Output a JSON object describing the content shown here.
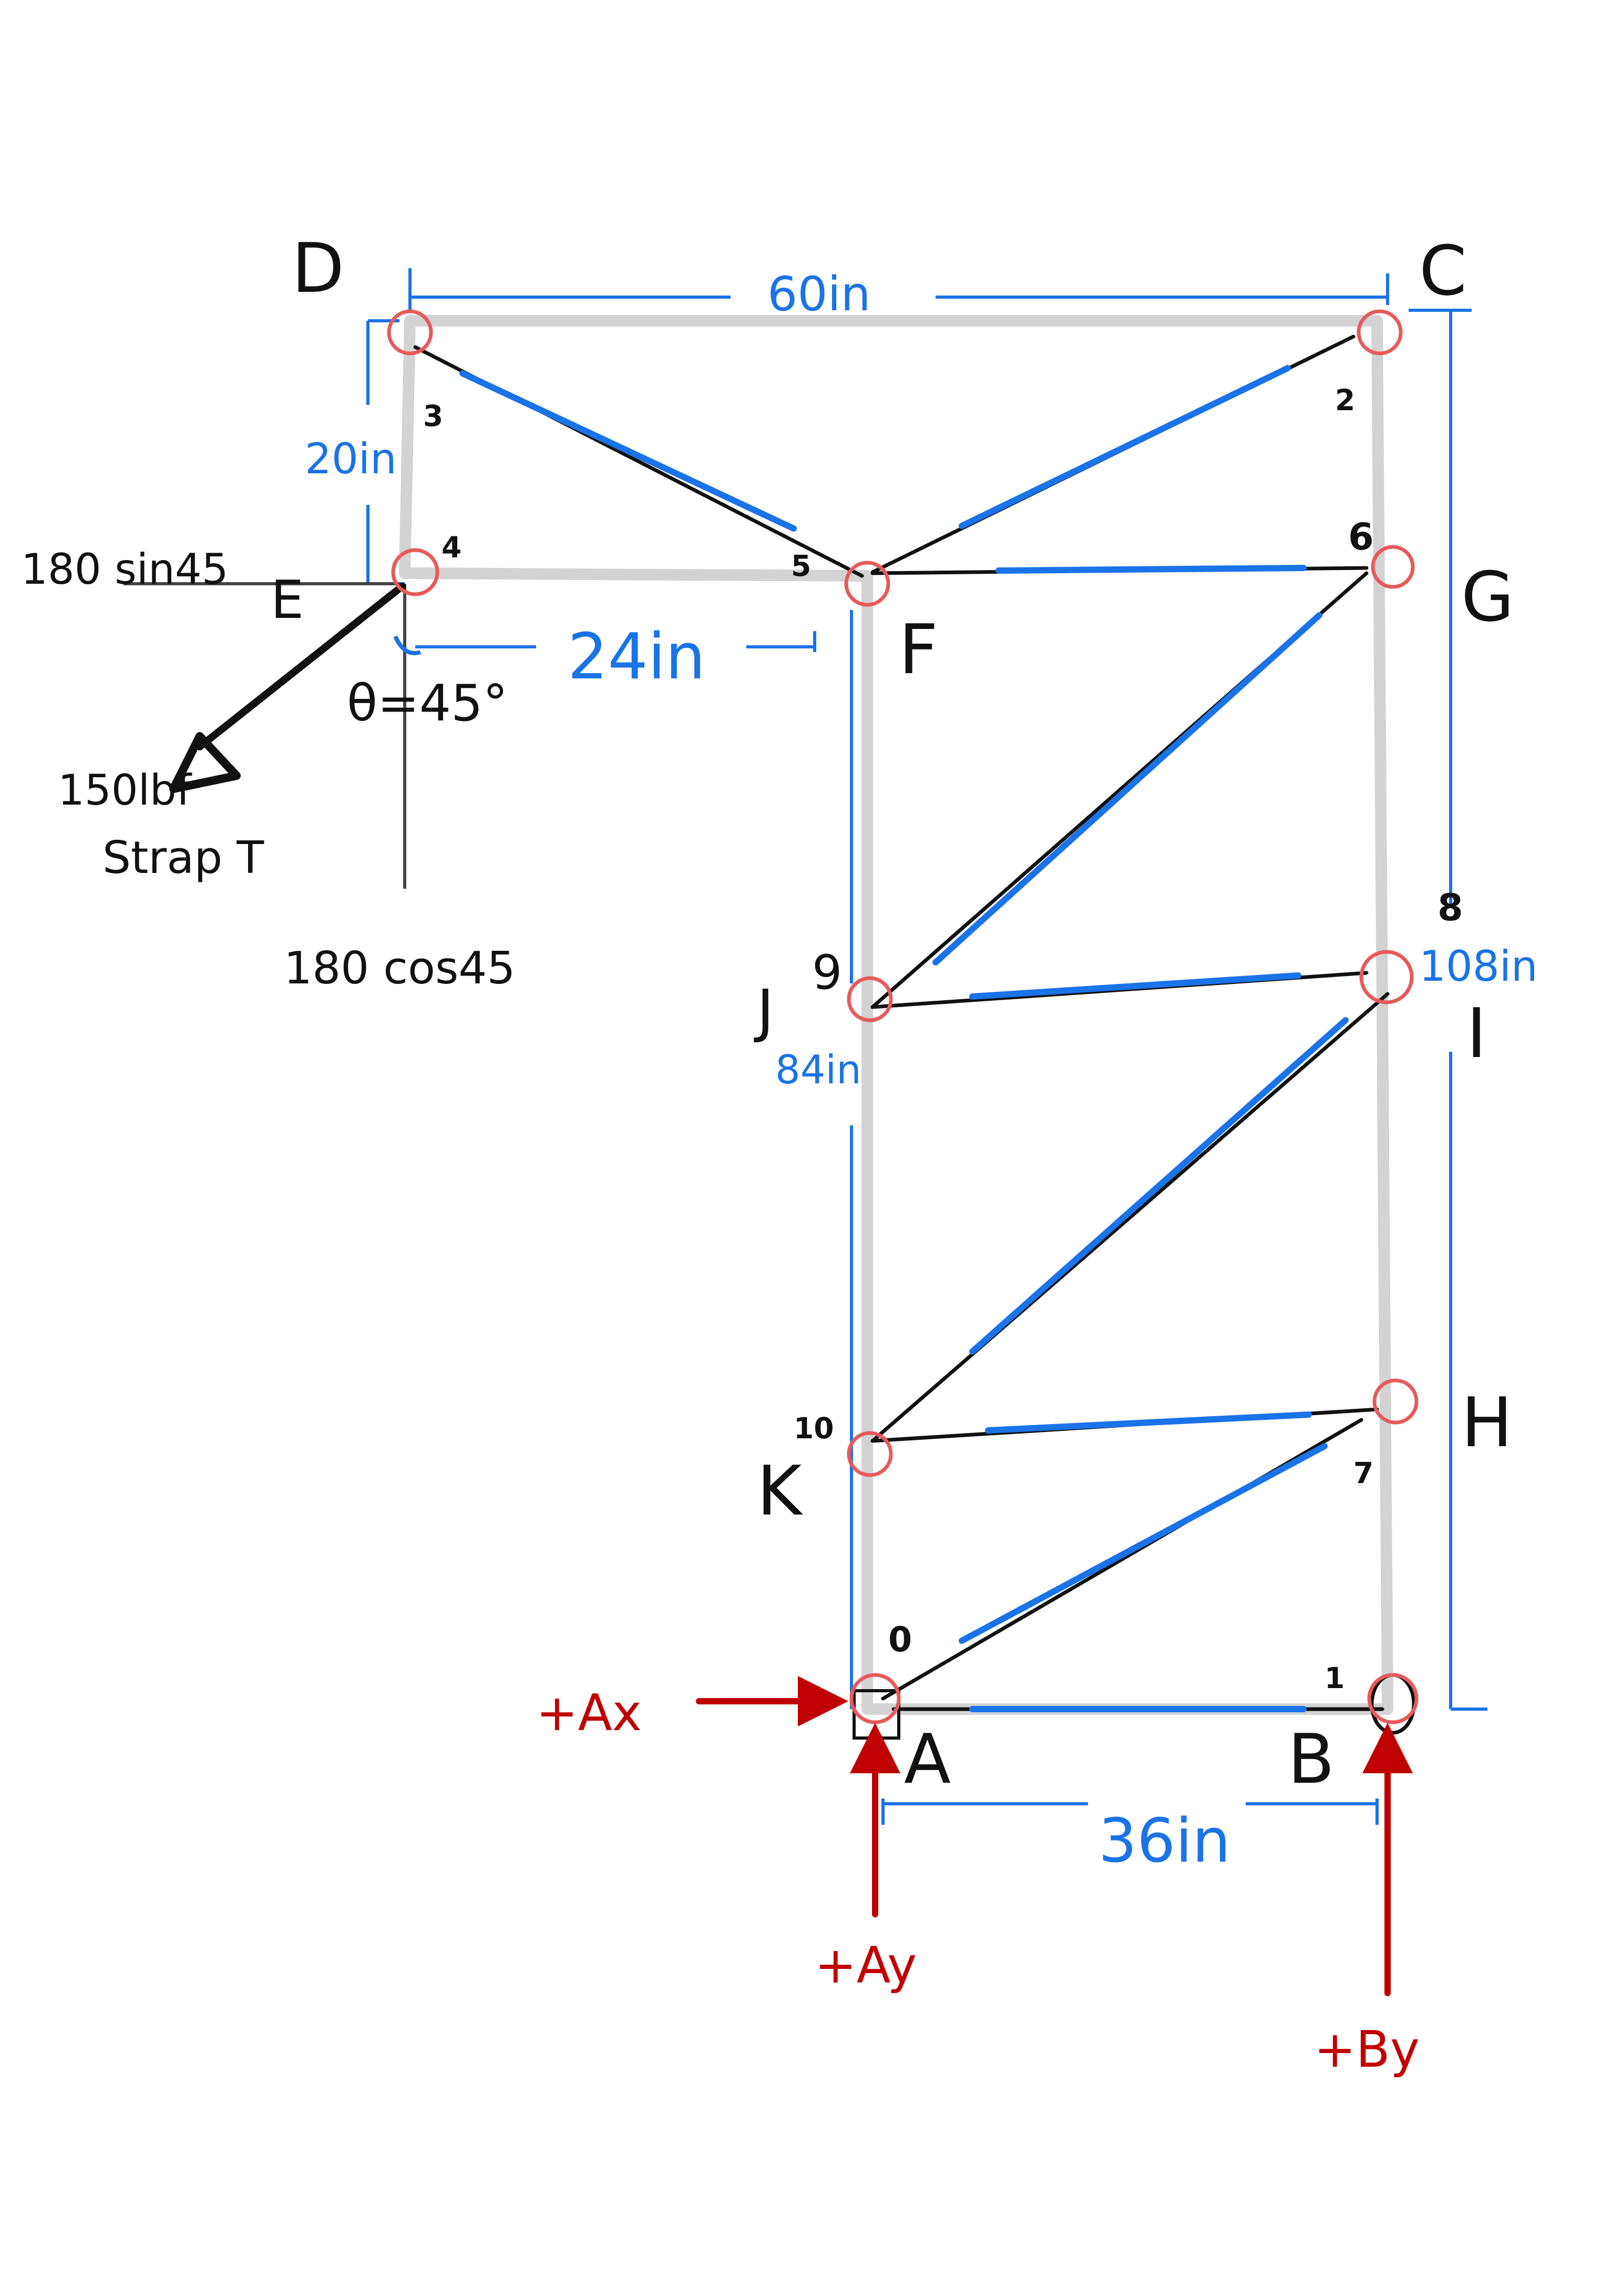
{
  "colors": {
    "frame": "#d3d3d3",
    "member": "#111111",
    "dimension": "#1a73e8",
    "joint": "#e85a5a",
    "reaction": "#c00000"
  },
  "joints": {
    "D": {
      "letter": "D",
      "num": "3"
    },
    "C": {
      "letter": "C",
      "num": "2"
    },
    "E": {
      "letter": "E",
      "num": "4"
    },
    "F": {
      "letter": "F",
      "num": "5"
    },
    "G": {
      "letter": "G",
      "num": "6"
    },
    "J": {
      "letter": "J",
      "num": "9"
    },
    "I": {
      "letter": "I",
      "num": "8"
    },
    "K": {
      "letter": "K",
      "num": "10"
    },
    "H": {
      "letter": "H",
      "num": "7"
    },
    "A": {
      "letter": "A",
      "num": "0"
    },
    "B": {
      "letter": "B",
      "num": "1"
    }
  },
  "dimensions": {
    "top": "60in",
    "left": "20in",
    "ef": "24in",
    "right": "108in",
    "fk": "84in",
    "bottom": "36in"
  },
  "load": {
    "horizontal_component": "180 sin45",
    "vertical_component": "180 cos45",
    "angle": "θ=45°",
    "magnitude": "150lbf",
    "name": "Strap T"
  },
  "reactions": {
    "ax": "+Ax",
    "ay": "+Ay",
    "by": "+By"
  }
}
